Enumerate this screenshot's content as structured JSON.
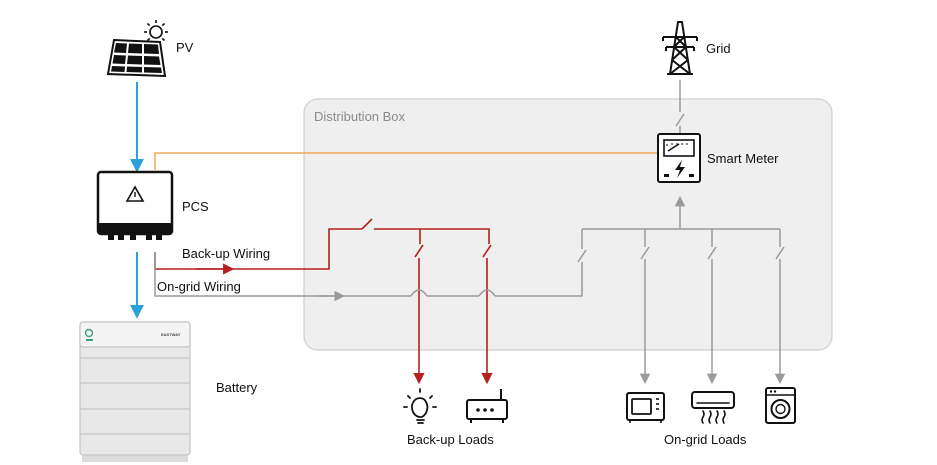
{
  "labels": {
    "pv": "PV",
    "grid": "Grid",
    "distribution_box": "Distribution Box",
    "smart_meter": "Smart  Meter",
    "pcs": "PCS",
    "backup_wiring": "Back-up Wiring",
    "ongrid_wiring": "On-grid Wiring",
    "battery": "Battery",
    "backup_loads": "Back-up Loads",
    "ongrid_loads": "On-grid Loads",
    "battery_brand": "EASTWAY"
  },
  "colors": {
    "pv_line": "#2aa0dc",
    "backup_line": "#b5211f",
    "ongrid_line": "#9a9a9a",
    "meter_line": "#f0a75a",
    "box_fill": "#efefef",
    "box_stroke": "#cfcfcf",
    "icon": "#111111"
  },
  "icons": [
    "sun-icon",
    "solar-panel-icon",
    "pylon-icon",
    "meter-icon",
    "inverter-icon",
    "battery-icon",
    "bulb-icon",
    "router-icon",
    "microwave-icon",
    "air-conditioner-icon",
    "washing-machine-icon"
  ]
}
